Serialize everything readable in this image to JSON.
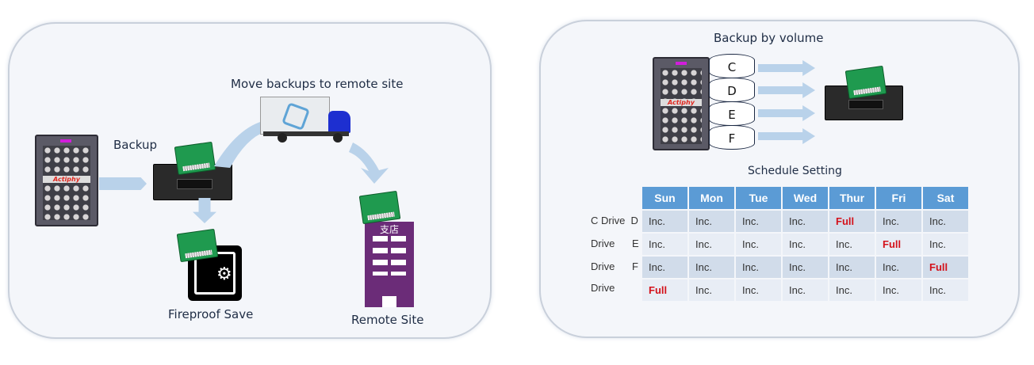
{
  "left": {
    "move_label": "Move backups to  remote site",
    "backup_label": "Backup",
    "safe_label": "Fireproof Save",
    "remote_label": "Remote Site",
    "building_text": "支店",
    "server_brand": "Actiphy"
  },
  "right": {
    "title": "Backup by volume",
    "volumes": [
      "C",
      "D",
      "E",
      "F"
    ],
    "schedule_title": "Schedule Setting",
    "days": [
      "Sun",
      "Mon",
      "Tue",
      "Wed",
      "Thur",
      "Fri",
      "Sat"
    ],
    "row_labels": [
      "C Drive  D",
      "Drive      E",
      "Drive      F",
      "Drive"
    ],
    "rows": [
      [
        "Inc.",
        "Inc.",
        "Inc.",
        "Inc.",
        "Full",
        "Inc.",
        "Inc."
      ],
      [
        "Inc.",
        "Inc.",
        "Inc.",
        "Inc.",
        "Inc.",
        "Full",
        "Inc."
      ],
      [
        "Inc.",
        "Inc.",
        "Inc.",
        "Inc.",
        "Inc.",
        "Inc.",
        "Full"
      ],
      [
        "Full",
        "Inc.",
        "Inc.",
        "Inc.",
        "Inc.",
        "Inc.",
        "Inc."
      ]
    ]
  },
  "colors": {
    "header": "#5b9bd5",
    "full": "#d4121b",
    "building": "#6b2c78",
    "tape": "#1f9a4f"
  }
}
